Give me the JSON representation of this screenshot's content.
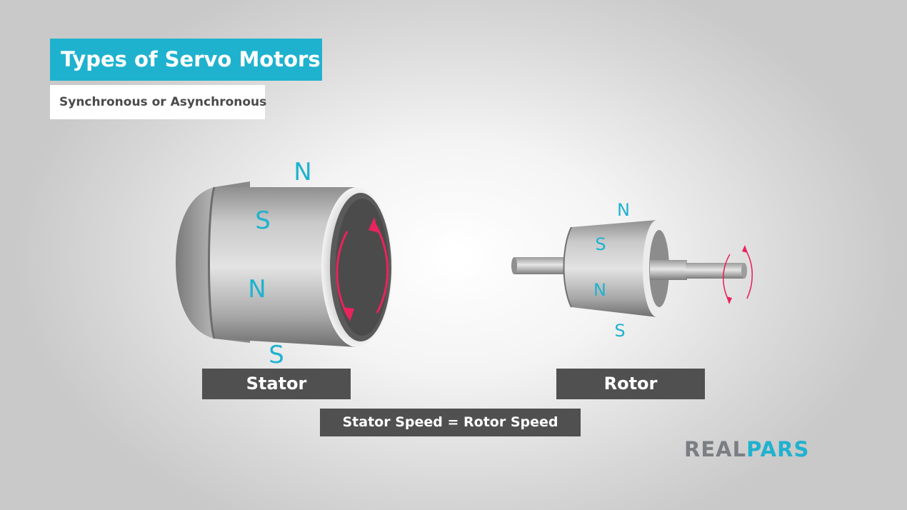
{
  "header": {
    "title": "Types of Servo Motors",
    "subtitle": "Synchronous or Asynchronous"
  },
  "stator": {
    "label": "Stator",
    "poles": {
      "top": "N",
      "upper": "S",
      "lower": "N",
      "bottom": "S"
    }
  },
  "rotor": {
    "label": "Rotor",
    "poles": {
      "top": "N",
      "upper": "S",
      "lower": "N",
      "bottom": "S"
    }
  },
  "equation": "Stator Speed = Rotor Speed",
  "brand": {
    "part1": "REAL",
    "part2": "PARS"
  },
  "colors": {
    "accent": "#1fb2cf",
    "arrow": "#e8245c",
    "label_bg": "#505050"
  },
  "icons": [
    "rotation-arrow-icon",
    "realpars-logo"
  ]
}
